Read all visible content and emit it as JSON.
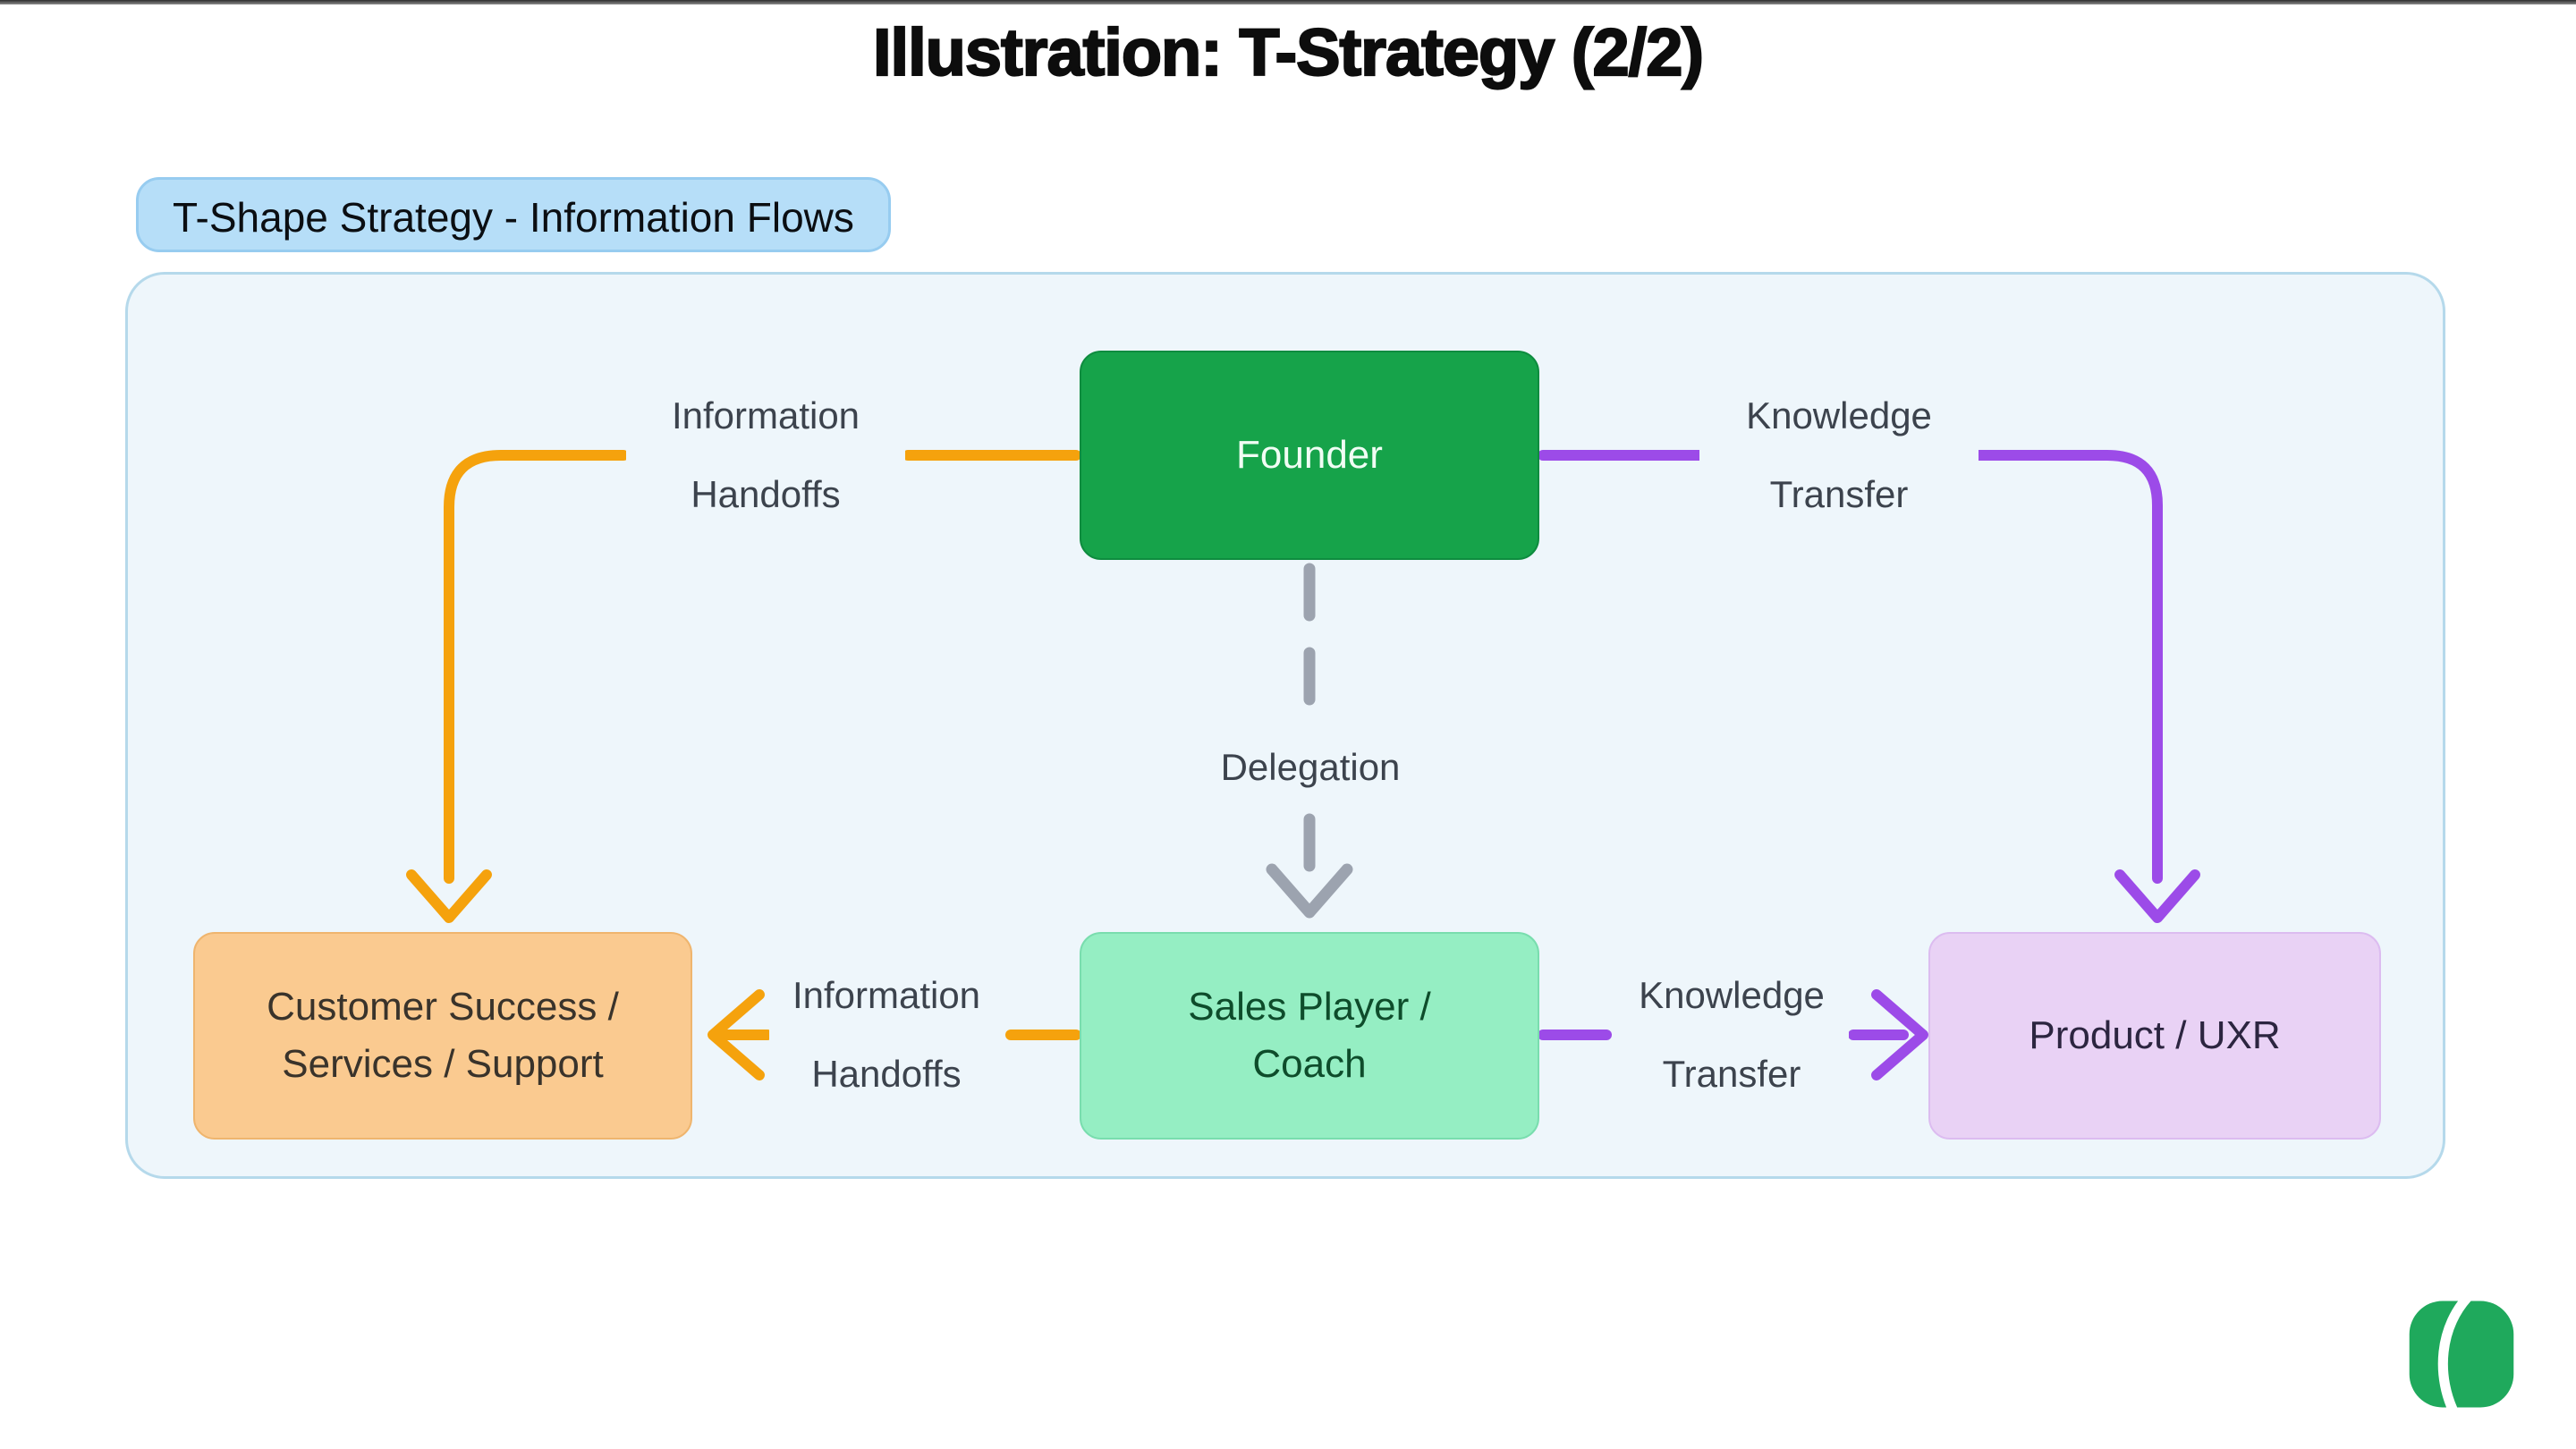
{
  "page": {
    "title": "Illustration: T-Strategy (2/2)",
    "badge_label": "T-Shape Strategy - Information Flows"
  },
  "diagram": {
    "nodes": {
      "founder": {
        "label": "Founder"
      },
      "customer": {
        "line1": "Customer Success /",
        "line2": "Services / Support"
      },
      "sales": {
        "line1": "Sales Player /",
        "line2": "Coach"
      },
      "product": {
        "label": "Product / UXR"
      }
    },
    "edges": [
      {
        "id": "founder-to-customer",
        "from": "Founder",
        "to": "Customer Success / Services / Support",
        "label_line1": "Information",
        "label_line2": "Handoffs",
        "style": "solid-orange"
      },
      {
        "id": "founder-to-product",
        "from": "Founder",
        "to": "Product / UXR",
        "label_line1": "Knowledge",
        "label_line2": "Transfer",
        "style": "solid-purple"
      },
      {
        "id": "founder-to-sales",
        "from": "Founder",
        "to": "Sales Player / Coach",
        "label": "Delegation",
        "style": "dashed-gray"
      },
      {
        "id": "sales-to-customer",
        "from": "Sales Player / Coach",
        "to": "Customer Success / Services / Support",
        "label_line1": "Information",
        "label_line2": "Handoffs",
        "style": "solid-orange"
      },
      {
        "id": "sales-to-product",
        "from": "Sales Player / Coach",
        "to": "Product / UXR",
        "label_line1": "Knowledge",
        "label_line2": "Transfer",
        "style": "solid-purple"
      }
    ]
  },
  "colors": {
    "orange": "#F5A20D",
    "purple": "#9C4BE8",
    "gray": "#9CA3AF",
    "founder_bg": "#16A34A",
    "founder_text": "#F0FDF4",
    "customer_bg": "#FACA90",
    "customer_text": "#39332B",
    "sales_bg": "#95EEC3",
    "sales_text": "#0E4C2B",
    "product_bg": "#E9D2F5",
    "product_text": "#2C2540",
    "container_bg": "#EEF6FB",
    "container_border": "#B5D9EB",
    "badge_bg": "#B6DEF8",
    "badge_border": "#97CCF0",
    "edge_label_text": "#3C434D",
    "logo_green": "#1FA95C"
  }
}
